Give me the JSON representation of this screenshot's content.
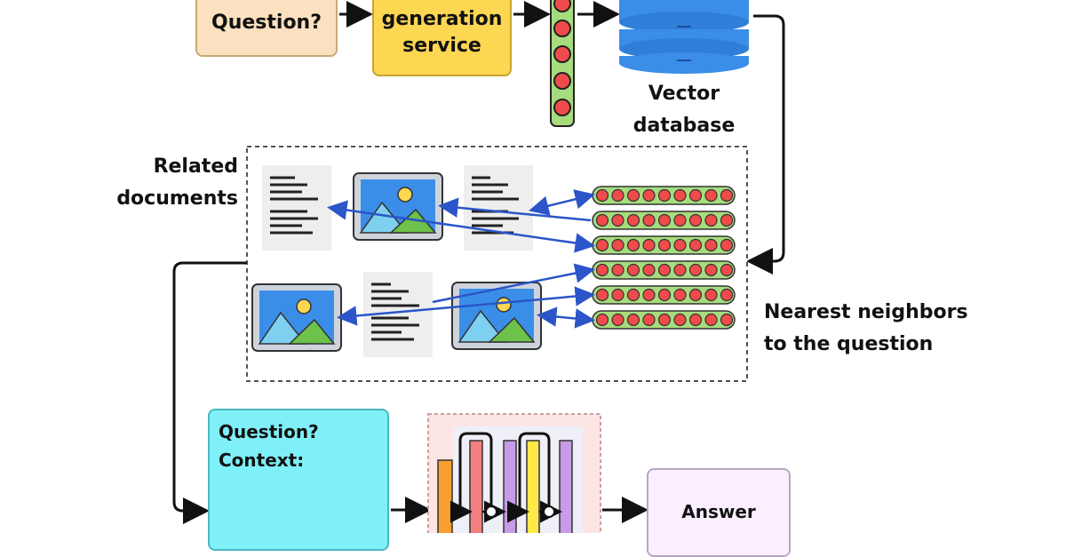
{
  "question_box": {
    "text": "Question?"
  },
  "embedding_service": {
    "line1": "generation",
    "line2": "service"
  },
  "vector_db": {
    "line1": "Vector",
    "line2": "database"
  },
  "related_docs": {
    "line1": "Related",
    "line2": "documents"
  },
  "neighbors": {
    "line1": "Nearest neighbors",
    "line2": "to the question"
  },
  "prompt_box": {
    "question": "Question?",
    "context": "Context:"
  },
  "answer_box": {
    "text": "Answer"
  },
  "colors": {
    "question_fill": "#fbe1bf",
    "service_fill": "#fdd652",
    "vector_dot": "#f04b4b",
    "vector_bar": "#a7dc7e",
    "database": "#3b8ee8",
    "arrow_blue": "#2b55c9",
    "prompt_fill": "#7ff0f8",
    "answer_fill": "#fbefff",
    "llm_fill": "#fde5e5"
  }
}
